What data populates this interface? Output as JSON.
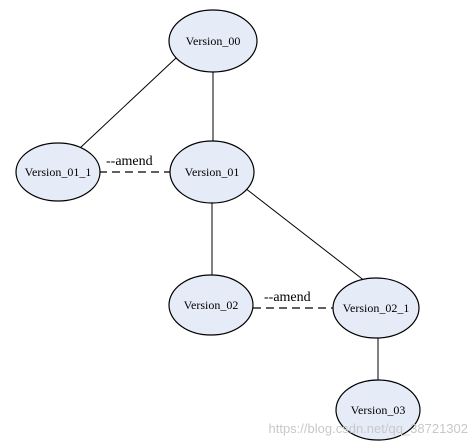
{
  "diagram": {
    "nodes": {
      "v00": "Version_00",
      "v01": "Version_01",
      "v01_1": "Version_01_1",
      "v02": "Version_02",
      "v02_1": "Version_02_1",
      "v03": "Version_03"
    },
    "edge_labels": {
      "amend_top": "--amend",
      "amend_bottom": "--amend"
    },
    "colors": {
      "node_fill": "#e6ecf7",
      "stroke": "#000000",
      "watermark": "#c8c8c8"
    }
  },
  "watermark": "https://blog.csdn.net/qq_38721302"
}
